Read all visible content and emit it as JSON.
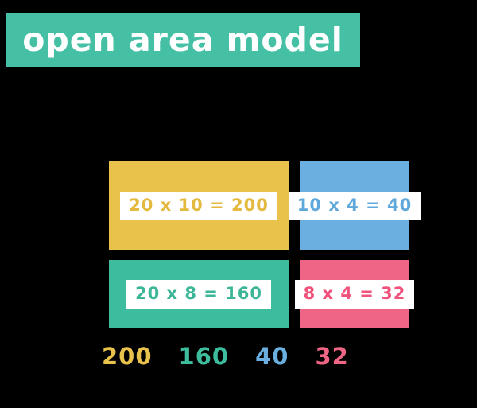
{
  "background": "#000000",
  "title": {
    "text": "open area model",
    "bg_color": "#45C0A4",
    "text_color": "#FFFFFF"
  },
  "area_model": {
    "cells": [
      {
        "name": "top-left",
        "equation": "20 x 10 = 200",
        "fill_color": "#E8C24A",
        "text_color": "#E3B93F"
      },
      {
        "name": "top-right",
        "equation": "10 x 4 = 40",
        "fill_color": "#6BAFE0",
        "text_color": "#5FA8DC"
      },
      {
        "name": "bottom-left",
        "equation": "20 x 8 = 160",
        "fill_color": "#3DBD9D",
        "text_color": "#3CB696"
      },
      {
        "name": "bottom-right",
        "equation": "8 x 4 = 32",
        "fill_color": "#EE6586",
        "text_color": "#F0527B"
      }
    ]
  },
  "partial_products": [
    {
      "value": "200",
      "color": "#E8C24A"
    },
    {
      "value": "160",
      "color": "#3DBD9D"
    },
    {
      "value": "40",
      "color": "#6BAFE0"
    },
    {
      "value": "32",
      "color": "#EE6586"
    }
  ]
}
